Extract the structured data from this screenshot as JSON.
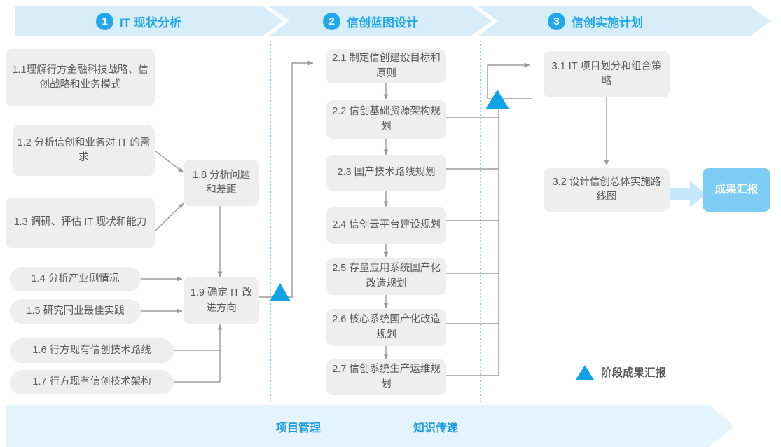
{
  "meta": {
    "title": "IT 信创规划流程图",
    "accent_blue": "#22a7ef",
    "band_blue": "#d7edfa",
    "footer_blue": "#e4f4fc",
    "node_gray": "#eeeeee",
    "line_gray": "#9a9a9a",
    "triangle_blue": "#11a3e8",
    "result_blue": "#7ecdf4"
  },
  "phases": [
    {
      "number": "1",
      "label": "IT 现状分析"
    },
    {
      "number": "2",
      "label": "信创蓝图设计"
    },
    {
      "number": "3",
      "label": "信创实施计划"
    }
  ],
  "nodes": {
    "n11": "1.1理解行方金融科技战略、信创战略和业务模式",
    "n12": "1.2 分析信创和业务对 IT 的需求",
    "n13": "1.3 调研、评估 IT 现状和能力",
    "n14": "1.4 分析产业侧情况",
    "n15": "1.5 研究同业最佳实践",
    "n16": "1.6 行方现有信创技术路线",
    "n17": "1.7 行方现有信创技术架构",
    "n18": "1.8 分析问题和差距",
    "n19": "1.9 确定 IT 改进方向",
    "n21": "2.1 制定信创建设目标和原则",
    "n22": "2.2 信创基础资源架构规划",
    "n23": "2.3 国产技术路线规划",
    "n24": "2.4 信创云平台建设规划",
    "n25": "2.5 存量应用系统国产化改造规划",
    "n26": "2.6 核心系统国产化改造规划",
    "n27": "2.7 信创系统生产运维规划",
    "n31": "3.1 IT 项目划分和组合策略",
    "n32": "3.2 设计信创总体实施路线图",
    "result": "成果汇报"
  },
  "legend": {
    "icon": "triangle-icon",
    "label": "阶段成果汇报"
  },
  "footer": {
    "items": [
      "项目管理",
      "知识传递"
    ]
  }
}
